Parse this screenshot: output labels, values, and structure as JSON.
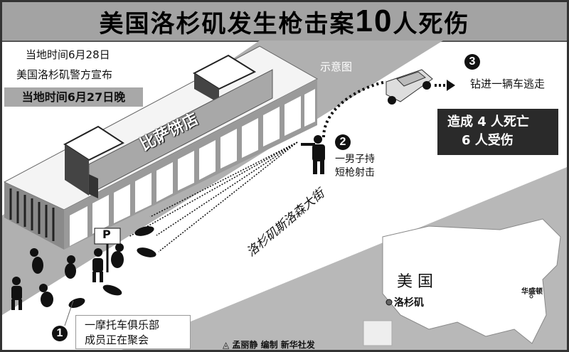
{
  "title": {
    "main": "美国洛杉矶发生枪击案",
    "number": "10",
    "suffix": "人死伤"
  },
  "intro": {
    "line1": "当地时间6月28日",
    "line2": "美国洛杉矶警方宣布",
    "highlight": "当地时间6月27日晚"
  },
  "legend_label": "示意图",
  "building_sign": "比萨饼店",
  "parking_sign": "P",
  "street_name": "洛杉矶斯洛森大街",
  "steps": [
    {
      "number": "1",
      "line1": "一摩托车俱乐部",
      "line2": "成员正在聚会"
    },
    {
      "number": "2",
      "line1": "一男子持",
      "line2": "短枪射击"
    },
    {
      "number": "3",
      "line1": "钻进一辆车逃走"
    }
  ],
  "casualties": {
    "line1": "造成 4 人死亡",
    "line2": "6 人受伤"
  },
  "map": {
    "country": "美 国",
    "capital": "华盛顿",
    "city": "洛杉矶"
  },
  "credit": "孟丽静 编制  新华社发",
  "colors": {
    "title_bg": "#a3a3a3",
    "road_gray": "#b5b5b5",
    "dark_box": "#2a2a2a"
  }
}
